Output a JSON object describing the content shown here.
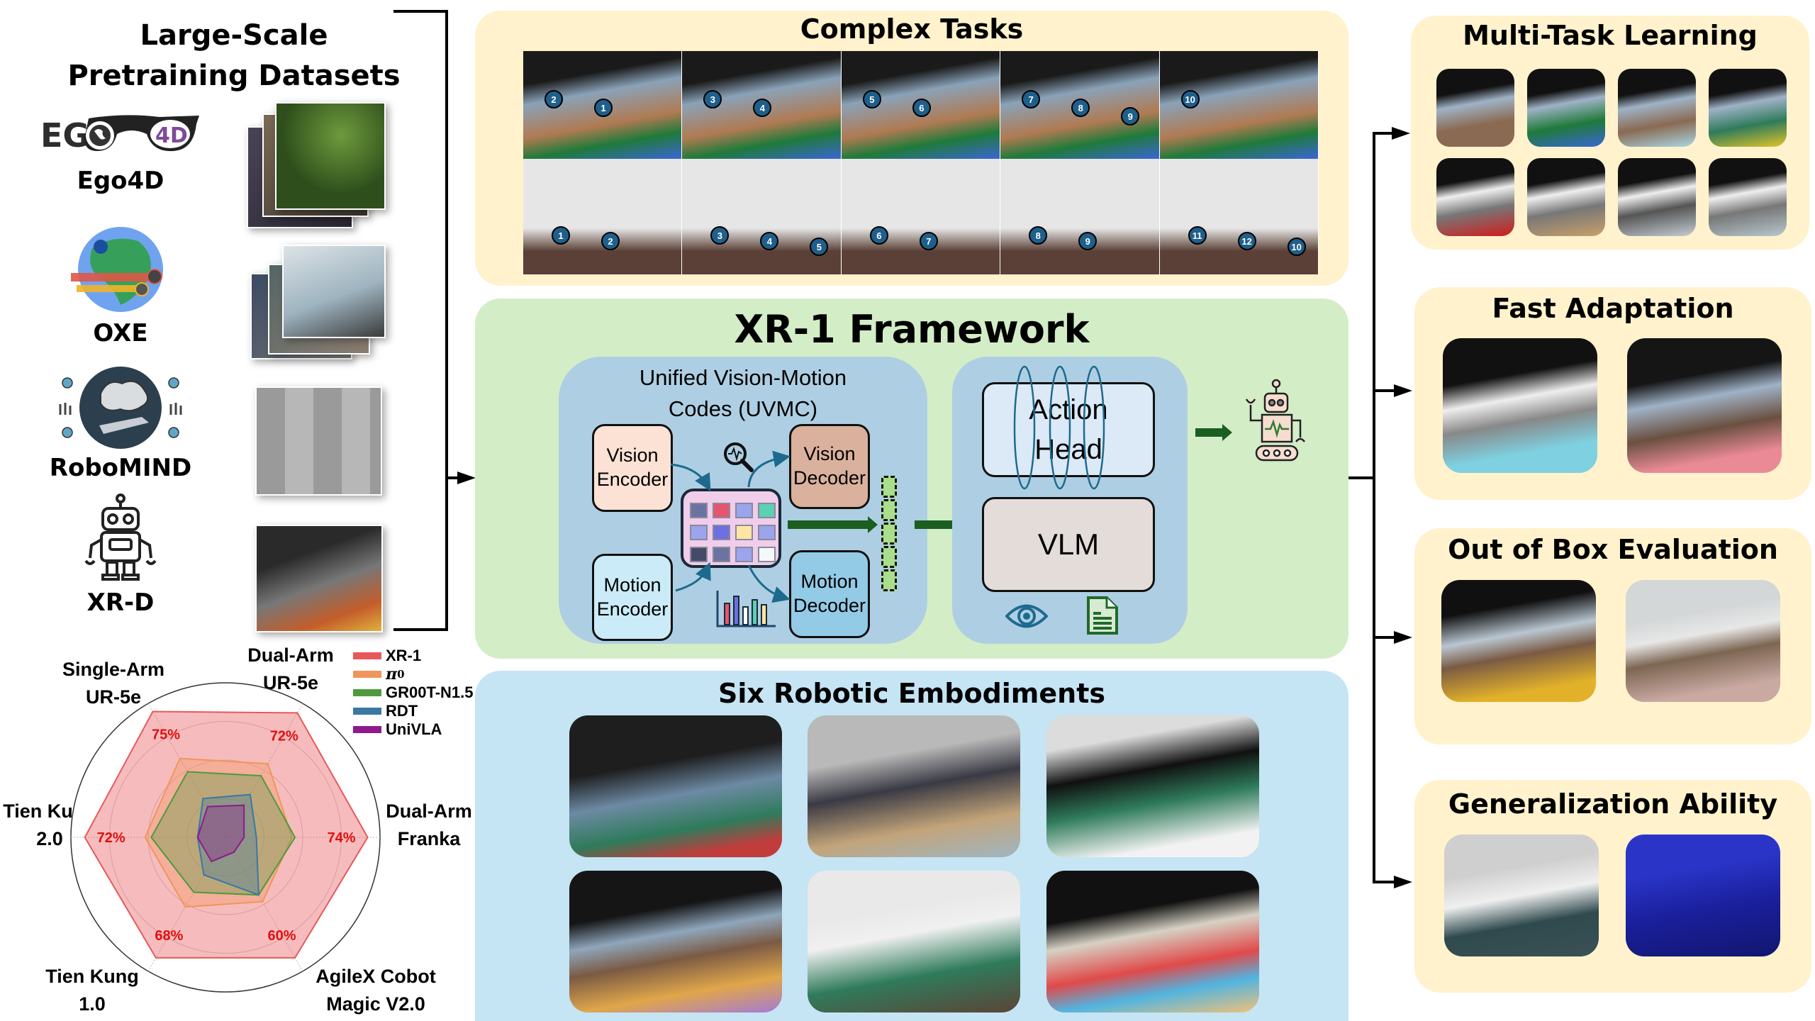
{
  "left": {
    "title_line1": "Large-Scale",
    "title_line2": "Pretraining Datasets",
    "datasets": [
      {
        "name": "Ego4D",
        "logo": "ego4d-glasses-logo",
        "logo_text_left": "EG",
        "logo_text_right": "4D"
      },
      {
        "name": "OXE",
        "logo": "oxe-globe-logo"
      },
      {
        "name": "RoboMIND",
        "logo": "robomind-brain-logo"
      },
      {
        "name": "XR-D",
        "logo": "xrd-robot-logo"
      }
    ]
  },
  "complex_tasks": {
    "title": "Complex Tasks",
    "row1_steps": [
      "1",
      "2",
      "3",
      "4",
      "5",
      "6",
      "7",
      "8",
      "9",
      "10"
    ],
    "row2_steps": [
      "1",
      "2",
      "3",
      "4",
      "5",
      "6",
      "7",
      "8",
      "9",
      "10",
      "11",
      "12"
    ]
  },
  "framework": {
    "title": "XR-1 Framework",
    "uvmc_title_line1": "Unified Vision-Motion",
    "uvmc_title_line2": "Codes (UVMC)",
    "vision_encoder": "Vision Encoder",
    "vision_decoder": "Vision Decoder",
    "motion_encoder": "Motion Encoder",
    "motion_decoder": "Motion Decoder",
    "action_head_line1": "Action",
    "action_head_line2": "Head",
    "vlm": "VLM",
    "codebook_colors": [
      "#6b73a3",
      "#e5556f",
      "#9aa5ec",
      "#5ad1b4",
      "#9aa5ec",
      "#6e6fe0",
      "#fde6a4",
      "#9aa5ec",
      "#444a68",
      "#6b73a3",
      "#9aa5ec",
      "#f4f8fa"
    ],
    "accent_arrow_color": "#1b5e20"
  },
  "embodiments": {
    "title": "Six Robotic Embodiments"
  },
  "right": {
    "panels": [
      {
        "title": "Multi-Task Learning"
      },
      {
        "title": "Fast Adaptation"
      },
      {
        "title": "Out of Box Evaluation"
      },
      {
        "title": "Generalization Ability"
      }
    ]
  },
  "chart_data": {
    "type": "radar",
    "title": "",
    "axes": [
      "Single-Arm UR-5e",
      "Dual-Arm UR-5e",
      "Dual-Arm Franka",
      "AgileX Cobot Magic V2.0",
      "Tien Kung 1.0",
      "Tien Kung 2.0"
    ],
    "axis_label_lines": [
      [
        "Single-Arm",
        "UR-5e"
      ],
      [
        "Dual-Arm",
        "UR-5e"
      ],
      [
        "Dual-Arm",
        "Franka"
      ],
      [
        "AgileX Cobot",
        "Magic V2.0"
      ],
      [
        "Tien Kung",
        "1.0"
      ],
      [
        "Tien Kung",
        "2.0"
      ]
    ],
    "legend": "top-right",
    "grid": true,
    "series": [
      {
        "name": "XR-1",
        "color": "#e8585b",
        "values": [
          75,
          72,
          74,
          60,
          68,
          72
        ],
        "labels": [
          "75%",
          "72%",
          "74%",
          "60%",
          "68%",
          "72%"
        ],
        "radius_fraction": [
          0.94,
          0.93,
          0.92,
          0.9,
          0.9,
          0.91
        ]
      },
      {
        "name": "π0",
        "color": "#f0965a",
        "values": [
          47,
          43,
          35,
          32,
          41,
          41
        ],
        "radius_fraction": [
          0.59,
          0.55,
          0.43,
          0.48,
          0.52,
          0.52
        ]
      },
      {
        "name": "GR00T-N1.5",
        "color": "#4f9a3c",
        "values": [
          39,
          36,
          36,
          28,
          32,
          37
        ],
        "radius_fraction": [
          0.49,
          0.46,
          0.45,
          0.43,
          0.41,
          0.48
        ]
      },
      {
        "name": "RDT",
        "color": "#3a78a3",
        "values": [
          23,
          25,
          16,
          28,
          22,
          14
        ],
        "radius_fraction": [
          0.29,
          0.32,
          0.2,
          0.43,
          0.28,
          0.18
        ]
      },
      {
        "name": "UniVLA",
        "color": "#8e1a8e",
        "values": [
          18,
          19,
          9,
          7,
          14,
          14
        ],
        "radius_fraction": [
          0.23,
          0.24,
          0.12,
          0.11,
          0.18,
          0.18
        ]
      }
    ],
    "legend_labels": [
      "XR-1",
      "π",
      "GR00T-N1.5",
      "RDT",
      "UniVLA"
    ],
    "pi_subscript": "0"
  }
}
